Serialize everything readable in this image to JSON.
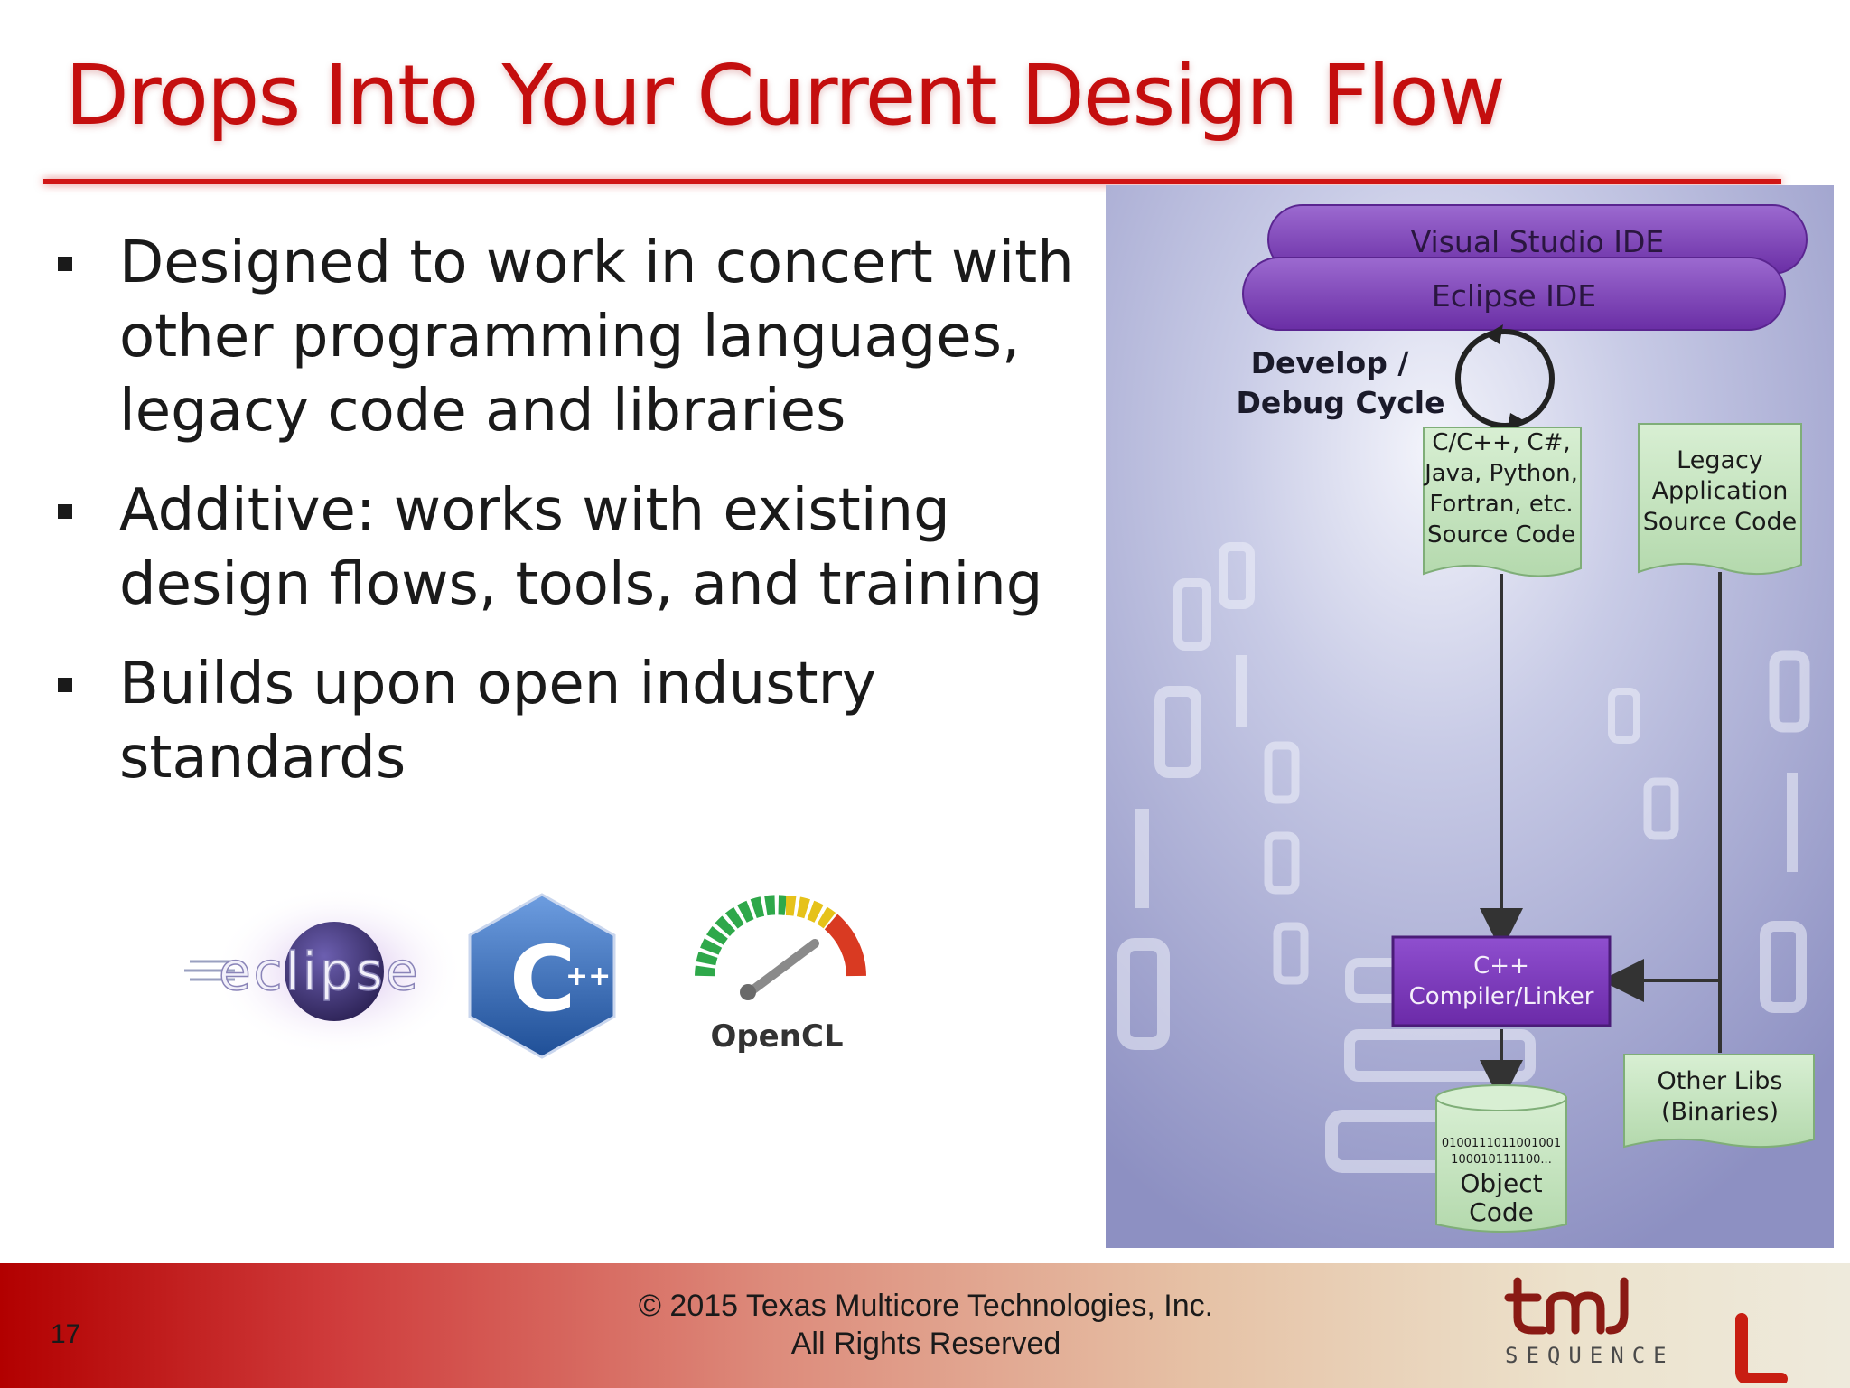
{
  "slide": {
    "title": "Drops Into Your Current Design Flow",
    "bullets": [
      [
        "Designed to work in concert with",
        "other programming languages,",
        "legacy code and libraries"
      ],
      [
        "Additive: works with existing",
        "design flows, tools, and training"
      ],
      [
        "Builds upon open industry",
        "standards"
      ]
    ],
    "logos": {
      "eclipse": "eclipse",
      "cpp": "C",
      "cpp_plus": "++",
      "opencl": "OpenCL"
    },
    "page_number": "17",
    "copyright_line1": "© 2015 Texas Multicore Technologies, Inc.",
    "copyright_line2": "All Rights Reserved",
    "brand_word": "SEQUENCE"
  },
  "diagram": {
    "ide_back": "Visual Studio IDE",
    "ide_front": "Eclipse IDE",
    "cycle_line1": "Develop /",
    "cycle_line2": "Debug Cycle",
    "source": [
      "C/C++, C#,",
      "Java, Python,",
      "Fortran, etc.",
      "Source Code"
    ],
    "legacy": [
      "Legacy",
      "Application",
      "Source Code"
    ],
    "compiler": [
      "C++",
      "Compiler/Linker"
    ],
    "other_libs": [
      "Other Libs",
      "(Binaries)"
    ],
    "object_bits": [
      "0100111011001001",
      "100010111100..."
    ],
    "object_code": [
      "Object",
      "Code"
    ]
  },
  "colors": {
    "title_red": "#c40e0e",
    "ide_purple": "#7b3fb4",
    "note_green": "#c9e6c4",
    "diagram_bg": "#aeb2d8"
  }
}
